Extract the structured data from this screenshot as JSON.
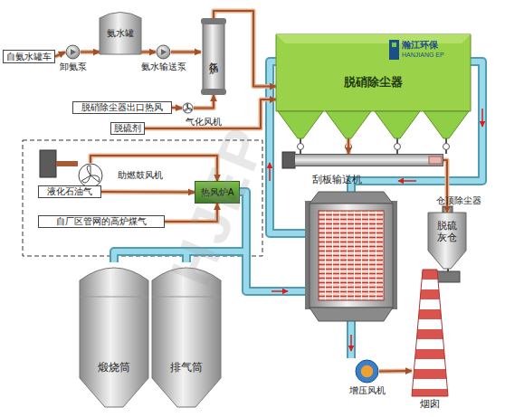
{
  "diagram": {
    "nodes": [
      {
        "text": [
          "自氨水罐车"
        ]
      },
      {
        "text": [
          "卸氨泵"
        ]
      },
      {
        "text": [
          "氨水罐"
        ]
      },
      {
        "text": [
          "氨水输送泵"
        ]
      },
      {
        "text": [
          "气化炉"
        ]
      },
      {
        "text": [
          "脱硝除尘器出口热风"
        ]
      },
      {
        "text": [
          "气化风机"
        ]
      },
      {
        "text": [
          "脱硫剂"
        ]
      },
      {
        "text": [
          "助燃鼓风机"
        ]
      },
      {
        "text": [
          "液化石油气"
        ]
      },
      {
        "text": [
          "热风炉A"
        ]
      },
      {
        "text": [
          "自厂区管网的高炉煤气"
        ]
      },
      {
        "text": [
          "瀚江环保",
          "HANJIANG EP",
          "脱硝除尘器"
        ]
      },
      {
        "text": [
          "刮板输送机"
        ]
      },
      {
        "text": [
          "脱硫灰仓"
        ]
      },
      {
        "text": [
          "煅烧筒"
        ]
      },
      {
        "text": [
          "排气筒"
        ]
      },
      {
        "text": [
          "增压风机"
        ]
      },
      {
        "text": [
          "烟囱"
        ]
      }
    ],
    "edges": [
      {
        "from": 0,
        "to": 1,
        "arrow": "to"
      },
      {
        "from": 1,
        "to": 2,
        "arrow": "to"
      },
      {
        "from": 2,
        "to": 3,
        "arrow": "to"
      },
      {
        "from": 3,
        "to": 4,
        "arrow": "to"
      },
      {
        "from": 5,
        "to": 6,
        "arrow": "to"
      },
      {
        "from": 6,
        "to": 4,
        "arrow": "to"
      },
      {
        "from": 4,
        "to": 12,
        "arrow": "to"
      },
      {
        "from": 7,
        "to": 12,
        "arrow": "to"
      },
      {
        "from": 8,
        "to": 10,
        "arrow": "to"
      },
      {
        "from": 9,
        "to": 10,
        "arrow": "to"
      },
      {
        "from": 11,
        "to": 10,
        "arrow": "to"
      },
      {
        "from": 12,
        "to": 13,
        "arrow": "to"
      },
      {
        "from": 13,
        "to": 14,
        "arrow": "to"
      },
      {
        "from": 17,
        "to": 18,
        "arrow": "to"
      }
    ],
    "labels": [
      "仓顶除尘器",
      "HJEP"
    ]
  }
}
